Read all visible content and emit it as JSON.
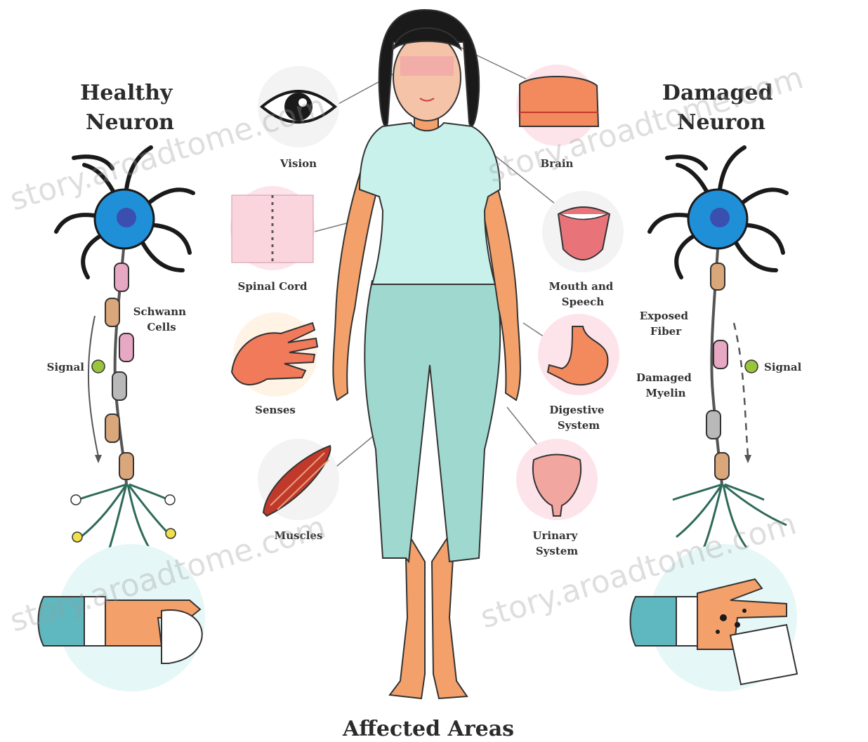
{
  "headings": {
    "healthy": [
      "Healthy",
      "Neuron"
    ],
    "damaged": [
      "Damaged",
      "Neuron"
    ]
  },
  "footer": "Affected Areas",
  "left_areas": {
    "vision": [
      "Vision"
    ],
    "spinal_cord": [
      "Spinal Cord"
    ],
    "senses": [
      "Senses"
    ],
    "muscles": [
      "Muscles"
    ]
  },
  "right_areas": {
    "brain": [
      "Brain"
    ],
    "mouth": [
      "Mouth and",
      "Speech"
    ],
    "digestive": [
      "Digestive",
      "System"
    ],
    "urinary": [
      "Urinary",
      "System"
    ]
  },
  "healthy_labels": {
    "schwann": [
      "Schwann",
      "Cells"
    ],
    "signal": "Signal"
  },
  "damaged_labels": {
    "exposed": [
      "Exposed",
      "Fiber"
    ],
    "myelin": [
      "Damaged",
      "Myelin"
    ],
    "signal": "Signal"
  },
  "watermark": "story.aroadtome.com",
  "colors": {
    "nucleus": "#1f8fd8",
    "shirt": "#c9f1ec",
    "pants": "#9fd8cf",
    "skin": "#f4a06a",
    "hair": "#1a1a1a",
    "dendrite": "#1a1a1a",
    "myelin_pink": "#e6a8c3",
    "myelin_tan": "#d9a77a",
    "circle_bg": "#fde4ea",
    "signal": "#9ac43a"
  }
}
